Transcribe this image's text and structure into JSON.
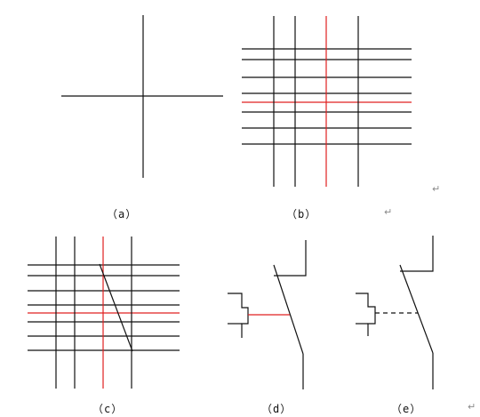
{
  "colors": {
    "line": "#111111",
    "highlight": "#e02020",
    "mark": "#8a8a8a"
  },
  "captions": {
    "a": "（a）",
    "b": "（b）",
    "c": "（c）",
    "d": "（d）",
    "e": "（e）"
  },
  "return_mark": "↵"
}
